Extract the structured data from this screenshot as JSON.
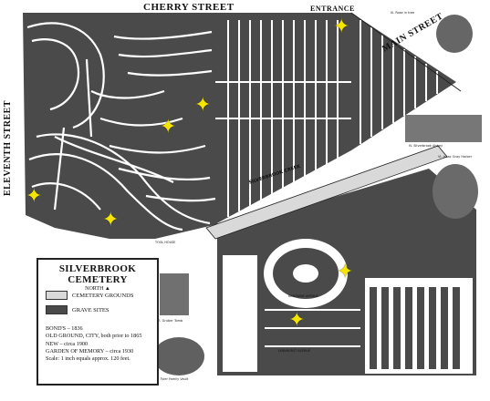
{
  "streets": {
    "cherry": "CHERRY STREET",
    "eleventh": "ELEVENTH STREET",
    "main": "MAIN STREET",
    "entrance": "ENTRANCE"
  },
  "legend": {
    "title": "SILVERBROOK CEMETERY",
    "north": "NORTH ▲",
    "cemetery_grounds": "CEMETERY GROUNDS",
    "grave_sites": "GRAVE SITES",
    "lines": [
      "BOND'S – 1836",
      "OLD GROUND, CITY, both prior to 1865",
      "NEW – circa 1900",
      "GARDEN OF MEMORY – circa 1930",
      "Scale: 1 inch equals approx. 120 feet."
    ],
    "colors": {
      "grounds": "#d9d9d9",
      "graves": "#4a4a4a"
    }
  },
  "map_labels": {
    "creek": "SILVERBROOK CREEK",
    "tool_house": "TOOL HOUSE",
    "lynnhurst": "LYNNHURST AVENUE",
    "kingsway": "KINGSWAY AVENUE",
    "photo_1": "III. Rose in tree",
    "photo_2": "IV. Silverbrook Abbey",
    "photo_3": "VI. Isaac Gray Harker",
    "photo_4": "VI. Gruber Tomb",
    "photo_5": "VI. Tyler Family Vault"
  },
  "icons": [
    "star-marker-icon"
  ]
}
